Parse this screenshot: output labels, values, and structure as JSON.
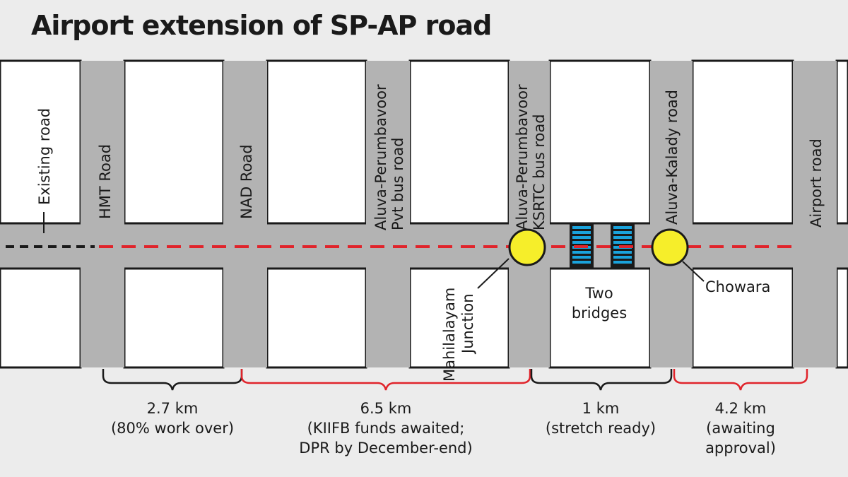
{
  "title": "Airport extension of SP-AP road",
  "existing_road_label": "Existing road",
  "cross_roads": [
    {
      "lines": [
        "HMT Road"
      ]
    },
    {
      "lines": [
        "NAD Road"
      ]
    },
    {
      "lines": [
        "Aluva-Perumbavoor",
        "Pvt bus road"
      ]
    },
    {
      "lines": [
        "Aluva-Perumbavoor",
        "KSRTC bus road"
      ]
    },
    {
      "lines": [
        "Aluva-Kalady road"
      ]
    },
    {
      "lines": [
        "Airport road"
      ]
    }
  ],
  "junctions": {
    "mahilalayam": [
      "Mahilalayam",
      "Junction"
    ],
    "chowara": "Chowara"
  },
  "bridges_label": [
    "Two",
    "bridges"
  ],
  "segments": [
    {
      "distance": "2.7 km",
      "note_lines": [
        "(80% work over)"
      ],
      "status": "done"
    },
    {
      "distance": "6.5 km",
      "note_lines": [
        "(KIIFB funds awaited;",
        "DPR by December-end)"
      ],
      "status": "pending"
    },
    {
      "distance": "1 km",
      "note_lines": [
        "(stretch ready)"
      ],
      "status": "done"
    },
    {
      "distance": "4.2 km",
      "note_lines": [
        "(awaiting",
        "approval)"
      ],
      "status": "pending"
    }
  ],
  "colors": {
    "background": "#ececec",
    "road": "#b3b3b3",
    "road_edge": "#1a1a1a",
    "pending_red": "#e0242b",
    "existing_dash": "#1a1a1a",
    "junction_yellow": "#f6ee2a",
    "bridge_blue": "#1aa3dc"
  }
}
